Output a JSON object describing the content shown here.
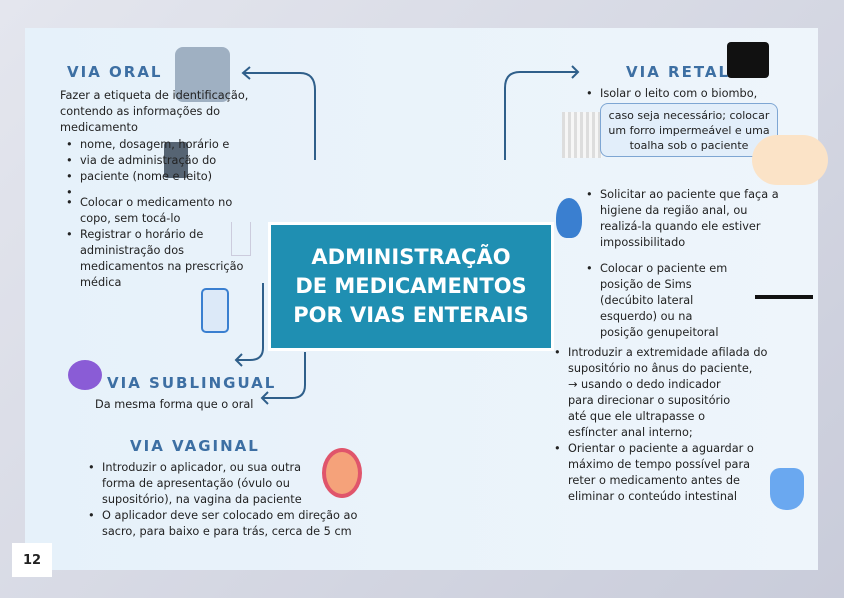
{
  "page_number": "12",
  "center_title": [
    "ADMINISTRAÇÃO",
    "DE MEDICAMENTOS",
    "POR VIAS ENTERAIS"
  ],
  "via_oral": {
    "title": "VIA ORAL",
    "intro": "Fazer a etiqueta de identificação, contendo as informações do medicamento",
    "items": [
      "nome, dosagem, horário e",
      "via de administração do",
      "paciente (nome e leito)",
      "",
      "Colocar o medicamento no copo, sem tocá-lo",
      "Registrar o horário de administração dos medicamentos na prescrição médica"
    ]
  },
  "via_sublingual": {
    "title": "VIA SUBLINGUAL",
    "text": "Da mesma forma que o oral"
  },
  "via_vaginal": {
    "title": "VIA VAGINAL",
    "items": [
      "Introduzir o aplicador, ou sua outra forma de apresentação (óvulo ou supositório), na vagina da paciente",
      "O aplicador deve ser colocado em direção ao sacro, para baixo e para trás, cerca de 5 cm"
    ]
  },
  "via_retal": {
    "title": "VIA RETAL",
    "item1": "Isolar o leito com o biombo,",
    "bubble": "caso seja necessário; colocar um forro impermeável e uma toalha sob o paciente",
    "items": [
      "Solicitar ao paciente que faça a higiene da região anal, ou realizá-la quando ele estiver impossibilitado",
      "Colocar o paciente em posição de Sims (decúbito lateral esquerdo) ou na posição genupeitoral"
    ],
    "items2": [
      "Introduzir a extremidade afilada do supositório no ânus do paciente,",
      "→ usando o dedo indicador",
      "para direcionar o supositório",
      "até que ele ultrapasse o",
      "esfíncter anal interno;"
    ],
    "item_last": "Orientar o paciente a aguardar o máximo de tempo possível para reter o medicamento antes de eliminar o conteúdo intestinal"
  },
  "colors": {
    "accent": "#1f8fb2",
    "heading": "#3d6fa3",
    "card": "#e6f1fa"
  }
}
